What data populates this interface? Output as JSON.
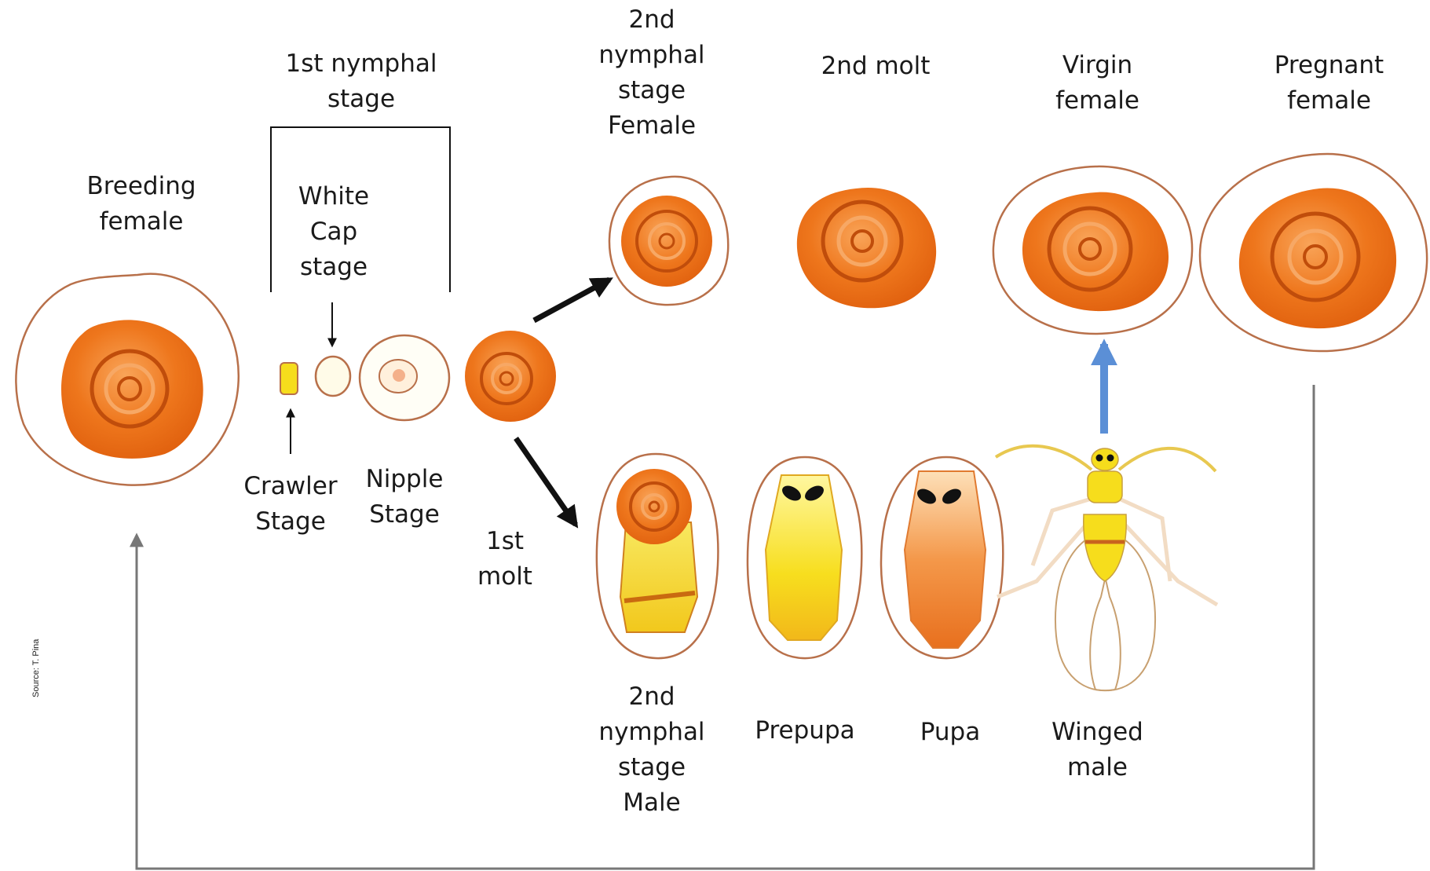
{
  "colors": {
    "outline": "#b8704a",
    "scale_fill": "#ea6f16",
    "scale_light": "#f59a45",
    "scale_ring": "#c04d0b",
    "yellow": "#f6dd1c",
    "arrow_dark": "#111111",
    "arrow_blue": "#5b8fd6",
    "cycle_line": "#777777"
  },
  "labels": {
    "breeding_female": "Breeding\nfemale",
    "first_nymphal_stage": "1st nymphal\nstage",
    "white_cap_stage": "White\nCap\nstage",
    "crawler_stage": "Crawler\nStage",
    "nipple_stage": "Nipple\nStage",
    "first_molt": "1st\nmolt",
    "second_nymphal_female": "2nd\nnymphal\nstage\nFemale",
    "second_molt": "2nd molt",
    "virgin_female": "Virgin\nfemale",
    "pregnant_female": "Pregnant\nfemale",
    "second_nymphal_male": "2nd\nnymphal\nstage\nMale",
    "prepupa": "Prepupa",
    "pupa": "Pupa",
    "winged_male": "Winged\nmale"
  },
  "source": "Source: T. Pina"
}
